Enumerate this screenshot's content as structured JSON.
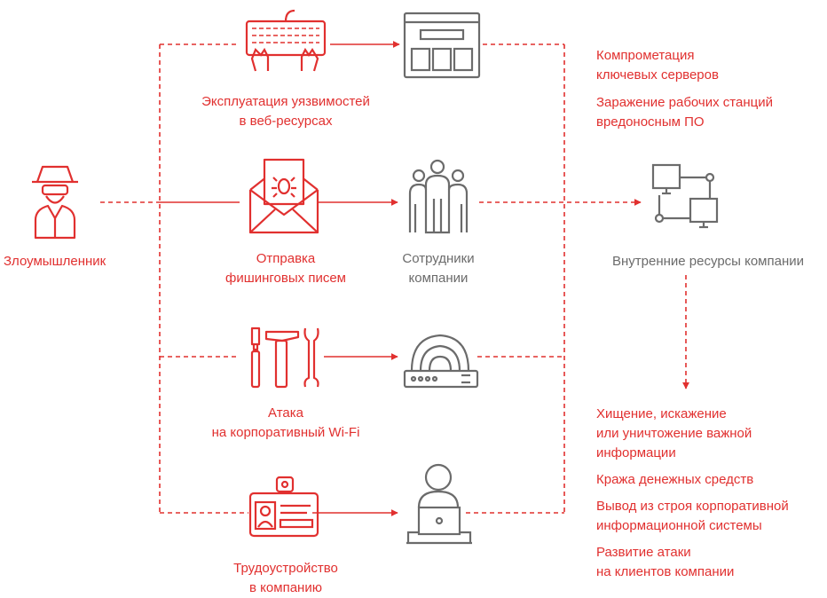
{
  "colors": {
    "accent": "#e1302f",
    "icon_grey": "#6b6b6b",
    "background": "#ffffff"
  },
  "attacker": {
    "icon": "hacker-icon",
    "label": "Злоумышленник"
  },
  "vectors": [
    {
      "icon": "keyboard-icon",
      "target_icon": "browser-window-icon",
      "label_line1": "Эксплуатация уязвимостей",
      "label_line2": "в веб-ресурсах"
    },
    {
      "icon": "phishing-envelope-icon",
      "target_icon": "employees-group-icon",
      "label_line1": "Отправка",
      "label_line2": "фишинговых писем",
      "target_line1": "Сотрудники",
      "target_line2": "компании"
    },
    {
      "icon": "tools-icon",
      "target_icon": "router-icon",
      "label_line1": "Атака",
      "label_line2": "на корпоративный Wi-Fi"
    },
    {
      "icon": "id-badge-icon",
      "target_icon": "employee-laptop-icon",
      "label_line1": "Трудоустройство",
      "label_line2": "в компанию"
    }
  ],
  "server_effects": [
    {
      "line1": "Компрометация",
      "line2": "ключевых серверов"
    },
    {
      "line1": "Заражение рабочих станций",
      "line2": "вредоносным ПО"
    }
  ],
  "internal": {
    "icon": "network-computers-icon",
    "label": "Внутренние ресурсы компании"
  },
  "outcomes": [
    {
      "lines": [
        "Хищение, искажение",
        "или уничтожение важной",
        "информации"
      ]
    },
    {
      "lines": [
        "Кража денежных средств"
      ]
    },
    {
      "lines": [
        "Вывод из строя корпоративной",
        "информационной системы"
      ]
    },
    {
      "lines": [
        "Развитие атаки",
        "на клиентов компании"
      ]
    }
  ]
}
